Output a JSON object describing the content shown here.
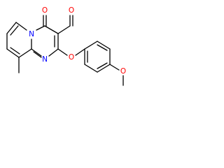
{
  "molecule": {
    "atoms": {
      "n_ring": "N",
      "n_pyrimidine": "N",
      "o_carbonyl": "O",
      "o_aldehyde": "O",
      "o_ether": "O",
      "o_methoxy": "O"
    },
    "color_map": {
      "N": "#0000ff",
      "O": "#ff0000",
      "C": "#000000"
    }
  }
}
